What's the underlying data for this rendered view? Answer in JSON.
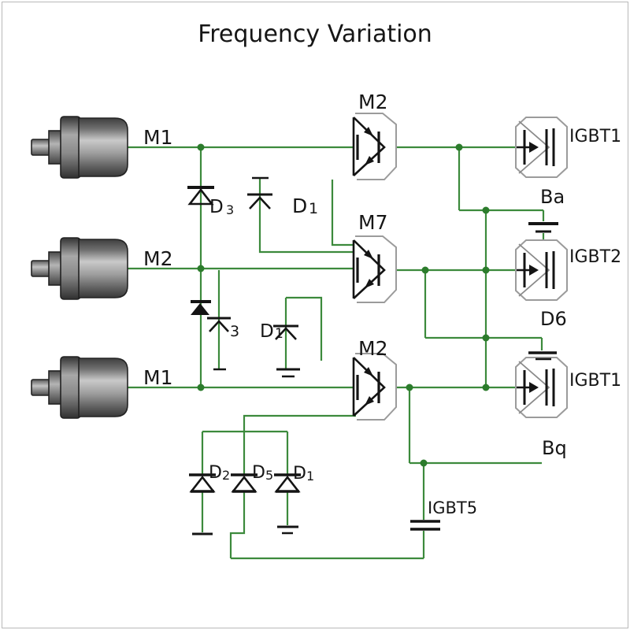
{
  "title": "Frequency Variation",
  "colors": {
    "wire_green": "#3c8a3c",
    "junction_green": "#2c7c2c",
    "ink_black": "#141414",
    "outline_gray": "#9b9b9b",
    "background": "#ffffff"
  },
  "motors": [
    {
      "label": "M1"
    },
    {
      "label": "M2"
    },
    {
      "label": "M1"
    }
  ],
  "transistors": [
    {
      "label": "M2"
    },
    {
      "label": "M7"
    },
    {
      "label": "M2"
    }
  ],
  "igbts": [
    {
      "label": "IGBT1",
      "tag": "Ba"
    },
    {
      "label": "IGBT2",
      "tag": "D6"
    },
    {
      "label": "IGBT1",
      "tag": "Bq"
    }
  ],
  "diodes": {
    "d3": {
      "letter": "D",
      "digit": "3"
    },
    "d1_top": {
      "letter": "D",
      "digit": "1"
    },
    "arrow_3": {
      "digit": "3"
    },
    "d1_mid": {
      "letter": "D",
      "digit": "1"
    },
    "d2": {
      "letter": "D",
      "digit": "2"
    },
    "d5": {
      "letter": "D",
      "digit": "5"
    },
    "d1_bottom": {
      "letter": "D",
      "digit": "1"
    }
  },
  "capacitors": {
    "igbt5_label": "IGBT5"
  }
}
